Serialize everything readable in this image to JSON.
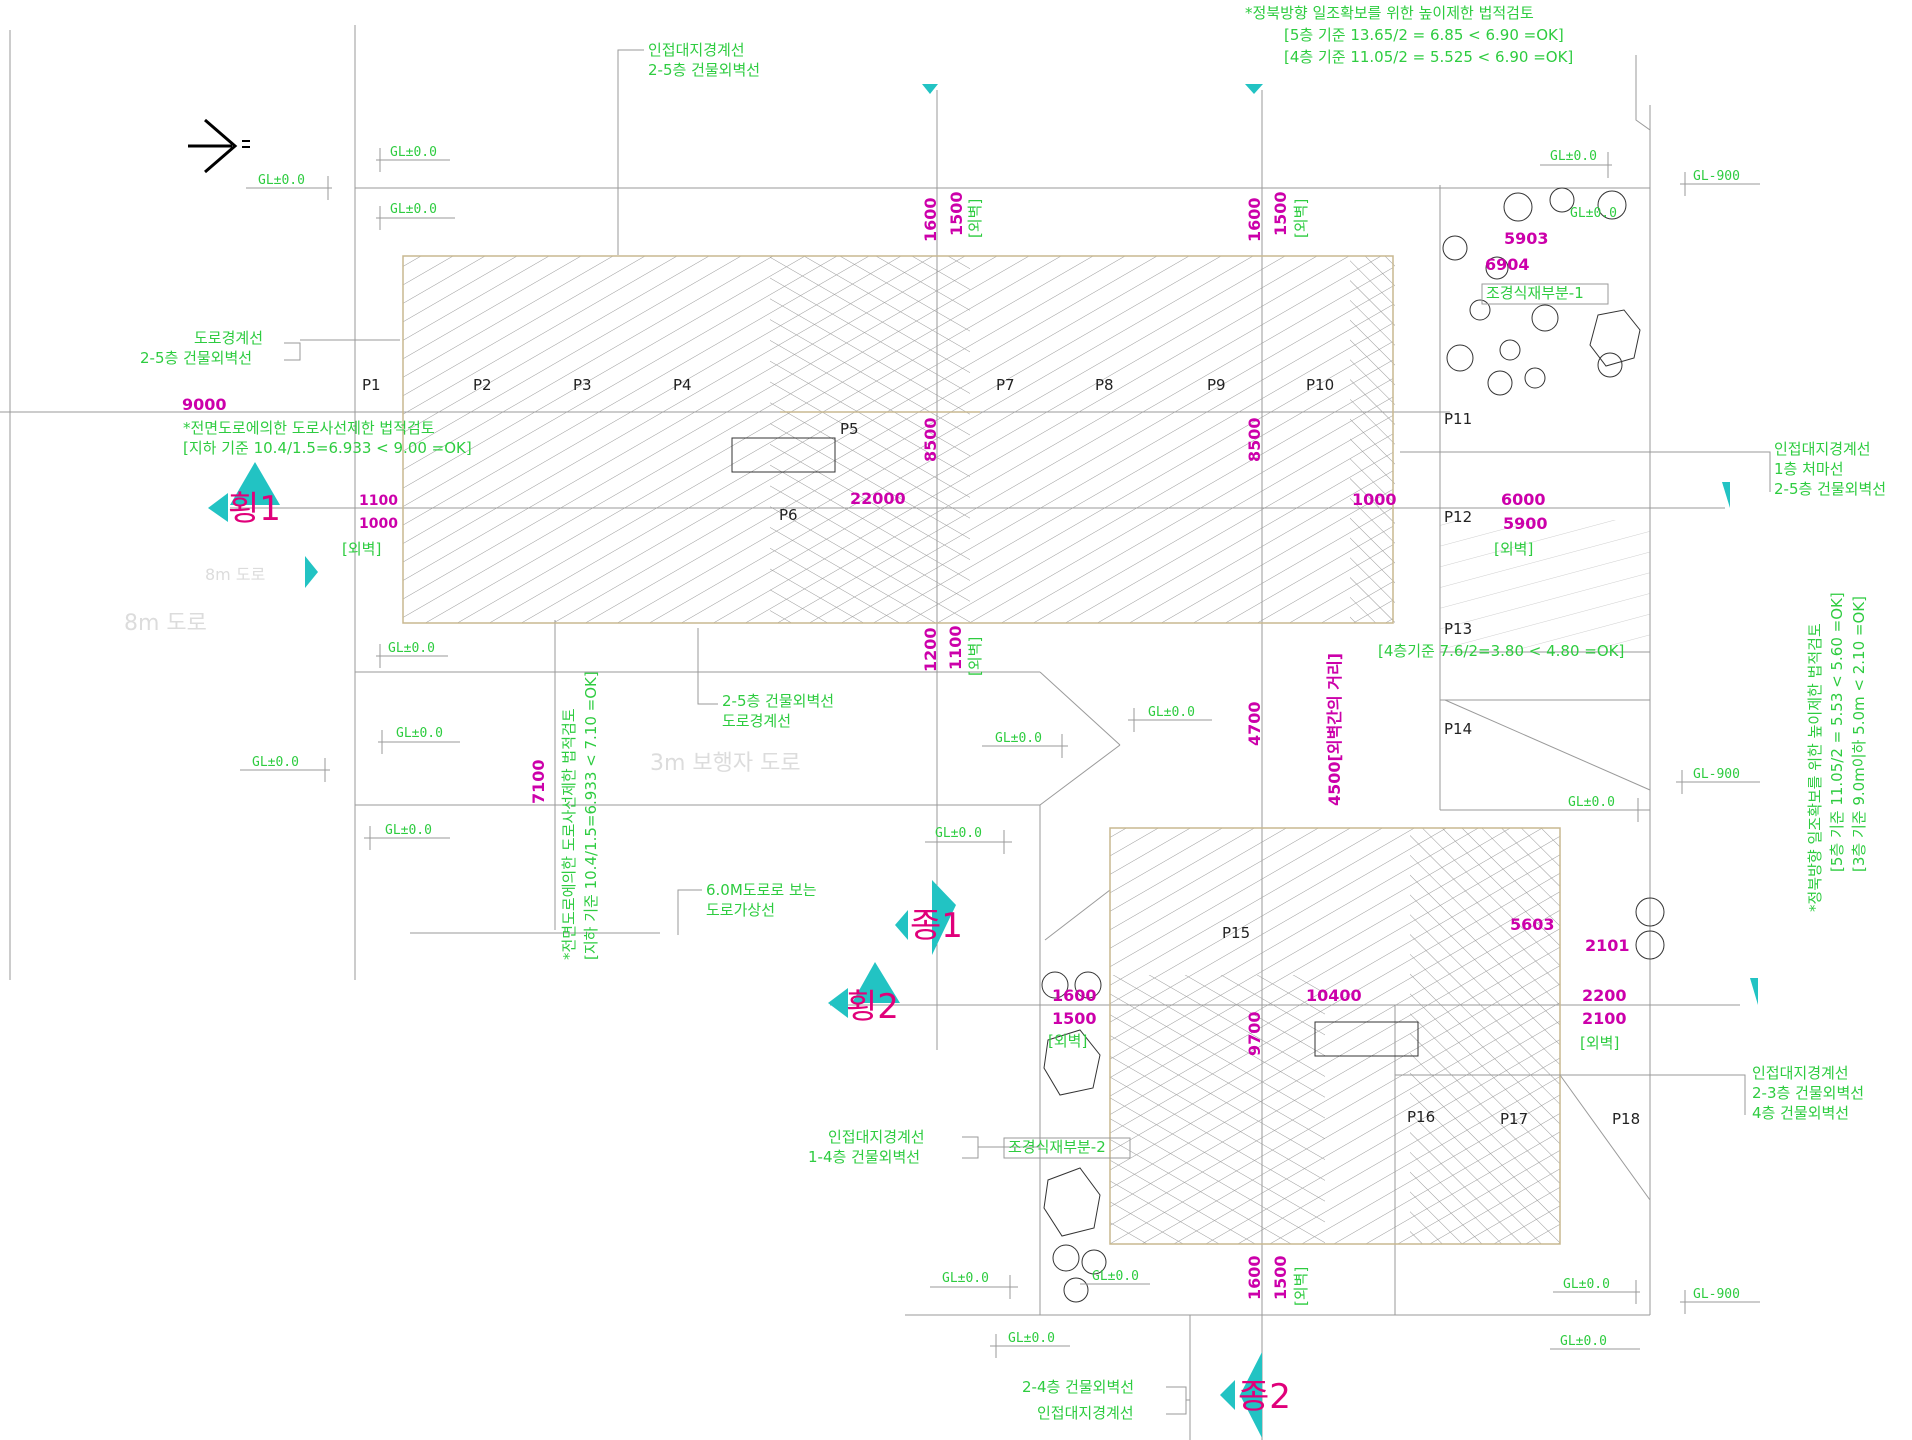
{
  "colors": {
    "annotation": "#2ecc40",
    "dimension": "#cc00aa",
    "section_marker": "#22c3c3",
    "section_label": "#e0007a",
    "hatch": "#9a9a9a"
  },
  "north_arrow_icon": "north-arrow-icon",
  "gl_labels": {
    "a": "GL±0.0",
    "b": "GL±0.0",
    "c": "GL±0.0",
    "d": "GL±0.0",
    "e": "GL±0.0",
    "f": "GL±0.0",
    "g": "GL±0.0",
    "h": "GL±0.0",
    "i": "GL±0.0",
    "j": "GL±0.0",
    "k": "GL±0.0",
    "l": "GL±0.0",
    "m": "GL±0.0",
    "n": "GL±0.0",
    "o": "GL±0.0",
    "p": "GL±0.0",
    "q": "GL±0.0",
    "r": "GL-900",
    "s": "GL-900",
    "t": "GL-900"
  },
  "annotations": {
    "top_boundary_1": "인접대지경계선",
    "top_boundary_2": "2-5층 건물외벽선",
    "north_review_1": "*정북방향 일조확보를 위한 높이제한 법적검토",
    "north_review_2": "[5층 기준 13.65/2 = 6.85 < 6.90 =OK]",
    "north_review_3": "[4층 기준 11.05/2 = 5.525 < 6.90 =OK]",
    "road_boundary_1": "도로경계선",
    "road_boundary_2": "2-5층 건물외벽선",
    "road_review_1": "*전면도로에의한 도로사선제한 법적검토",
    "road_review_2": "[지하 기준 10.4/1.5=6.933 < 9.00 =OK]",
    "right_boundary_1": "인접대지경계선",
    "right_boundary_2": "1층 처마선",
    "right_boundary_3": "2-5층 건물외벽선",
    "floor4_review": "[4층기준 7.6/2=3.80 < 4.80 =OK]",
    "mid_road_1": "2-5층 건물외벽선",
    "mid_road_2": "도로경계선",
    "road_vertical_1": "*전면도로에의한 도로사선제한 법적검토",
    "road_vertical_2": "[지하 기준 10.4/1.5=6.933 < 7.10 =OK]",
    "virtual_road_1": "6.0M도로로 보는",
    "virtual_road_2": "도로가상선",
    "right_vertical_1": "*정북방향 일조확보를 위한 높이제한 법적검토",
    "right_vertical_2": "[5층 기준 11.05/2 = 5.53 < 5.60 =OK]",
    "right_vertical_3": "[3층 기준 9.0m이하 5.0m < 2.10 =OK]",
    "lower_right_1": "인접대지경계선",
    "lower_right_2": "2-3층 건물외벽선",
    "lower_right_3": "4층 건물외벽선",
    "lower_left_1": "인접대지경계선",
    "lower_left_2": "1-4층 건물외벽선",
    "bottom_1": "2-4층 건물외벽선",
    "bottom_2": "인접대지경계선",
    "landscape_1": "조경식재부분-1",
    "landscape_2": "조경식재부분-2",
    "wall_1": "[외벽]",
    "wall_2": "[외벽]",
    "wall_3": "[외벽]",
    "wall_4": "[외벽]",
    "wall_5": "[외벽]",
    "wall_6": "[외벽]",
    "wall_7": "[외벽]",
    "wall_8": "[외벽]",
    "wall_distance": "4500[외벽간의 거리]"
  },
  "dimensions": {
    "d1600a": "1600",
    "d1500a": "1500",
    "d1600b": "1600",
    "d1500b": "1500",
    "d5903a": "5903",
    "d6904": "6904",
    "d9000": "9000",
    "d8500a": "8500",
    "d8500b": "8500",
    "d22000": "22000",
    "d1100": "1100",
    "d1000a": "1000",
    "d1000b": "1000",
    "d6000": "6000",
    "d5900": "5900",
    "d1200": "1200",
    "d1100b": "1100",
    "d7100": "7100",
    "d4700": "4700",
    "d5603": "5603",
    "d2101": "2101",
    "d1600c": "1600",
    "d1500c": "1500",
    "d10400": "10400",
    "d9700": "9700",
    "d2200": "2200",
    "d2100": "2100",
    "d1600d": "1600",
    "d1500d": "1500"
  },
  "columns": {
    "p1": "P1",
    "p2": "P2",
    "p3": "P3",
    "p4": "P4",
    "p5": "P5",
    "p6": "P6",
    "p7": "P7",
    "p8": "P8",
    "p9": "P9",
    "p10": "P10",
    "p11": "P11",
    "p12": "P12",
    "p13": "P13",
    "p14": "P14",
    "p15": "P15",
    "p16": "P16",
    "p17": "P17",
    "p18": "P18"
  },
  "sections": {
    "h1": "횡1",
    "h2": "횡2",
    "j1": "종1",
    "j2": "종2"
  },
  "faint": {
    "road_a": "8m 도로",
    "road_b": "3m 보행자 도로",
    "road_c": "8m 도로"
  }
}
